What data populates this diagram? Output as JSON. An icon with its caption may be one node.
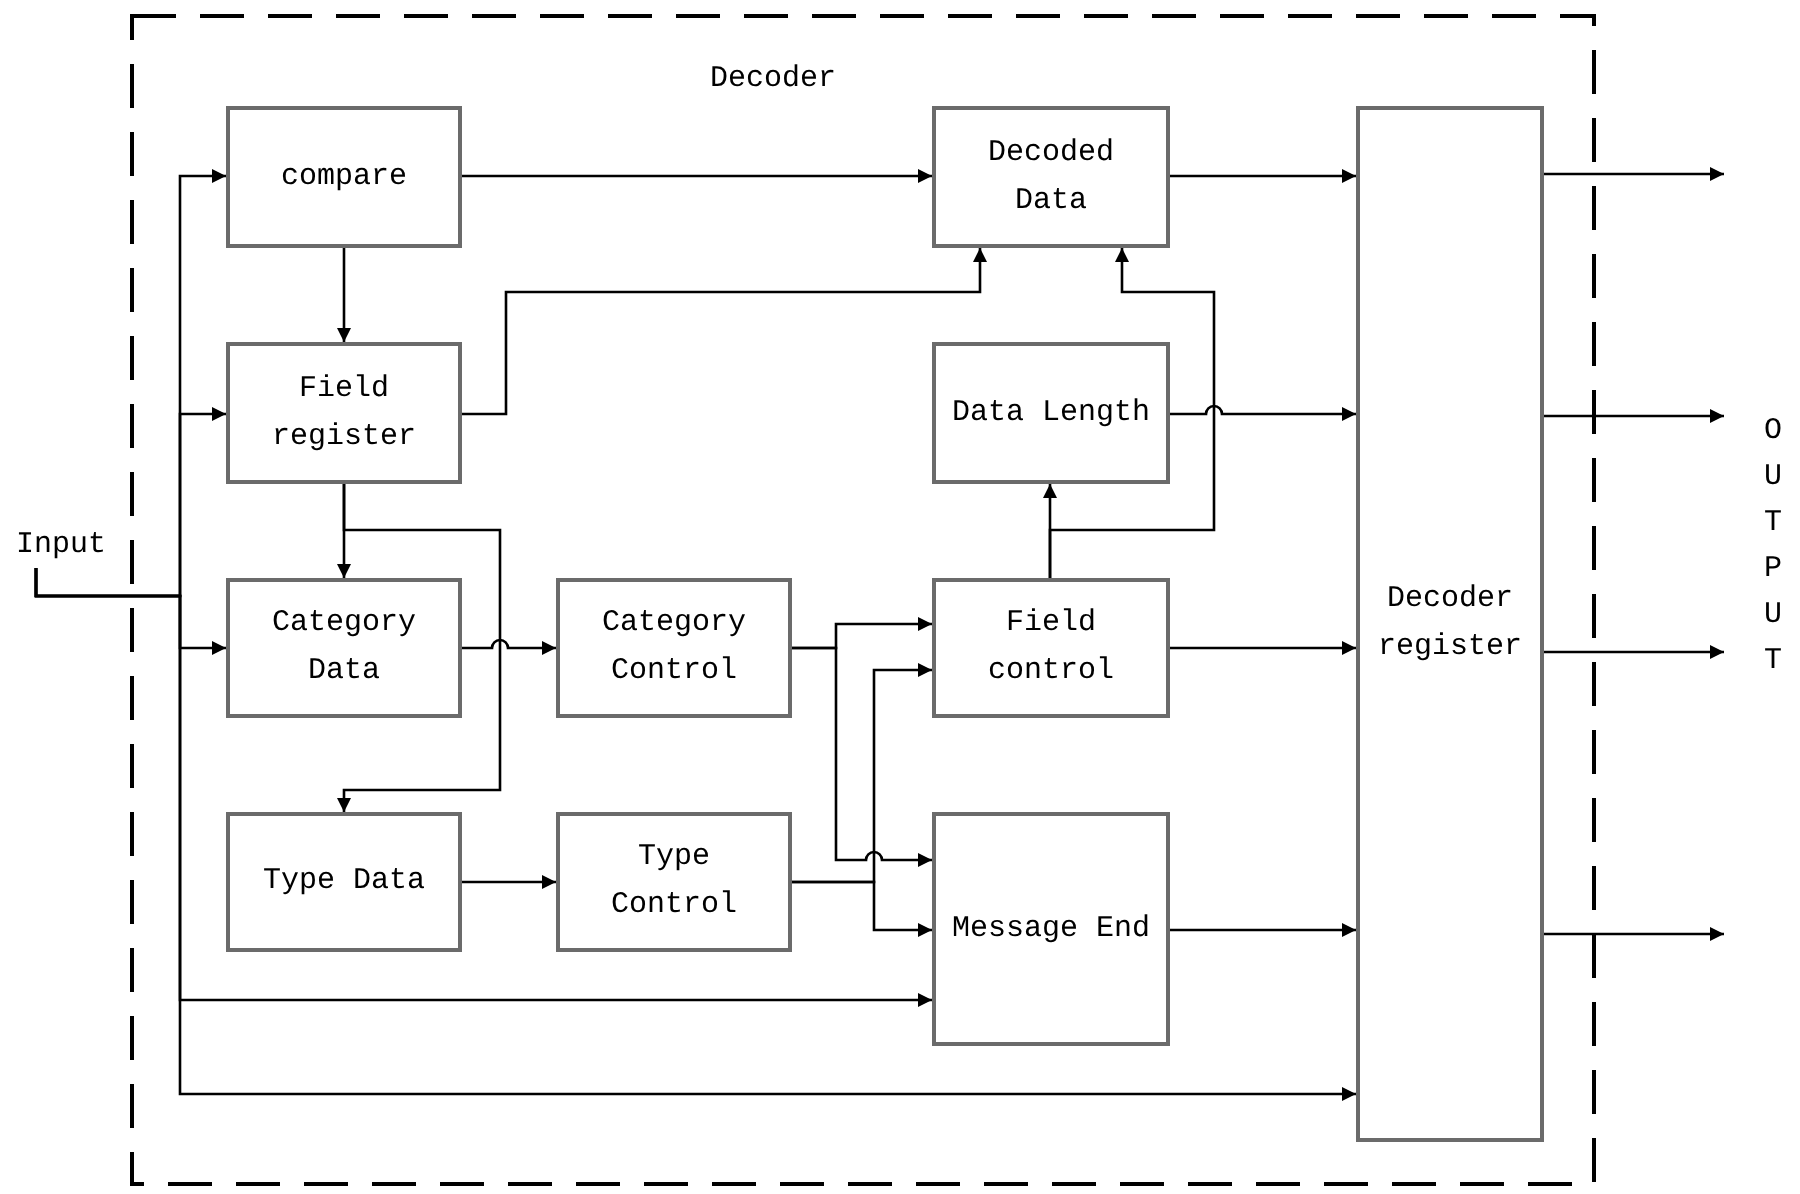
{
  "diagram": {
    "nodes": [
      {
        "text": [
          "Decoder"
        ]
      },
      {
        "text": [
          "compare"
        ],
        "in": 0
      },
      {
        "text": [
          "Decoded Data"
        ],
        "in": 0
      },
      {
        "text": [
          "Field register"
        ],
        "in": 0
      },
      {
        "text": [
          "Data Length"
        ],
        "in": 0
      },
      {
        "text": [
          "Category Data"
        ],
        "in": 0
      },
      {
        "text": [
          "Category Control"
        ],
        "in": 0
      },
      {
        "text": [
          "Field control"
        ],
        "in": 0
      },
      {
        "text": [
          "Type Data"
        ],
        "in": 0
      },
      {
        "text": [
          "Type Control"
        ],
        "in": 0
      },
      {
        "text": [
          "Message End"
        ],
        "in": 0
      },
      {
        "text": [
          "Decoder register"
        ],
        "in": 0
      },
      {
        "text": [
          "Input"
        ]
      }
    ],
    "edges": [
      {
        "from": 12,
        "to": 1,
        "arrow": "to"
      },
      {
        "from": 12,
        "to": 3,
        "arrow": "to"
      },
      {
        "from": 12,
        "to": 5,
        "arrow": "to"
      },
      {
        "from": 12,
        "to": 10,
        "arrow": "to"
      },
      {
        "from": 12,
        "to": 11,
        "arrow": "to"
      },
      {
        "from": 1,
        "to": 2,
        "arrow": "to"
      },
      {
        "from": 1,
        "to": 3,
        "arrow": "to"
      },
      {
        "from": 3,
        "to": 2,
        "arrow": "to"
      },
      {
        "from": 3,
        "to": 5,
        "arrow": "to"
      },
      {
        "from": 3,
        "to": 8,
        "arrow": "to"
      },
      {
        "from": 5,
        "to": 6,
        "arrow": "to"
      },
      {
        "from": 6,
        "to": 7,
        "arrow": "to"
      },
      {
        "from": 6,
        "to": 10,
        "arrow": "to"
      },
      {
        "from": 8,
        "to": 9,
        "arrow": "to"
      },
      {
        "from": 9,
        "to": 7,
        "arrow": "to"
      },
      {
        "from": 9,
        "to": 10,
        "arrow": "to"
      },
      {
        "from": 7,
        "to": 4,
        "arrow": "to"
      },
      {
        "from": 7,
        "to": 2,
        "arrow": "to"
      },
      {
        "from": 4,
        "to": 11,
        "arrow": "to"
      },
      {
        "from": 2,
        "to": 11,
        "arrow": "to"
      },
      {
        "from": 7,
        "to": 11,
        "arrow": "to"
      },
      {
        "from": 10,
        "to": 11,
        "arrow": "to"
      },
      {
        "from": 11,
        "to": null,
        "arrow": "to"
      },
      {
        "from": 11,
        "to": null,
        "arrow": "to"
      },
      {
        "from": 11,
        "to": null,
        "arrow": "to"
      },
      {
        "from": 11,
        "to": null,
        "arrow": "to"
      }
    ],
    "labels": [
      "OUTPUT"
    ]
  }
}
